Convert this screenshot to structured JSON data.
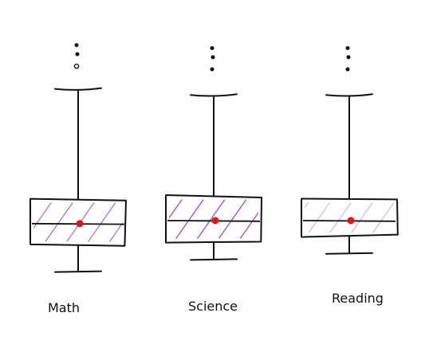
{
  "chart_data": {
    "type": "box",
    "title": "",
    "xlabel": "",
    "ylabel": "",
    "categories": [
      "Math",
      "Science",
      "Reading"
    ],
    "boxes": [
      {
        "category": "Math",
        "whisker_low": 18,
        "q1": 27,
        "median": 34,
        "mean": 34,
        "q3": 42,
        "whisker_high": 78,
        "outliers": [
          86,
          90,
          93
        ],
        "hatch_color": "#a64fd6",
        "hatch_opacity": 0.9
      },
      {
        "category": "Science",
        "whisker_low": 22,
        "q1": 28,
        "median": 35,
        "mean": 35,
        "q3": 43,
        "whisker_high": 76,
        "outliers": [
          85,
          89,
          92
        ],
        "hatch_color": "#9c35d4",
        "hatch_opacity": 1.0
      },
      {
        "category": "Reading",
        "whisker_low": 24,
        "q1": 30,
        "median": 35,
        "mean": 35,
        "q3": 42,
        "whisker_high": 76,
        "outliers": [
          85,
          89,
          92
        ],
        "hatch_color": "#c78be8",
        "hatch_opacity": 0.7
      }
    ],
    "ylim": [
      10,
      100
    ],
    "grid": false,
    "legend": "none",
    "colors": {
      "ink": "#111111",
      "mean_marker": "#e0151a"
    }
  }
}
